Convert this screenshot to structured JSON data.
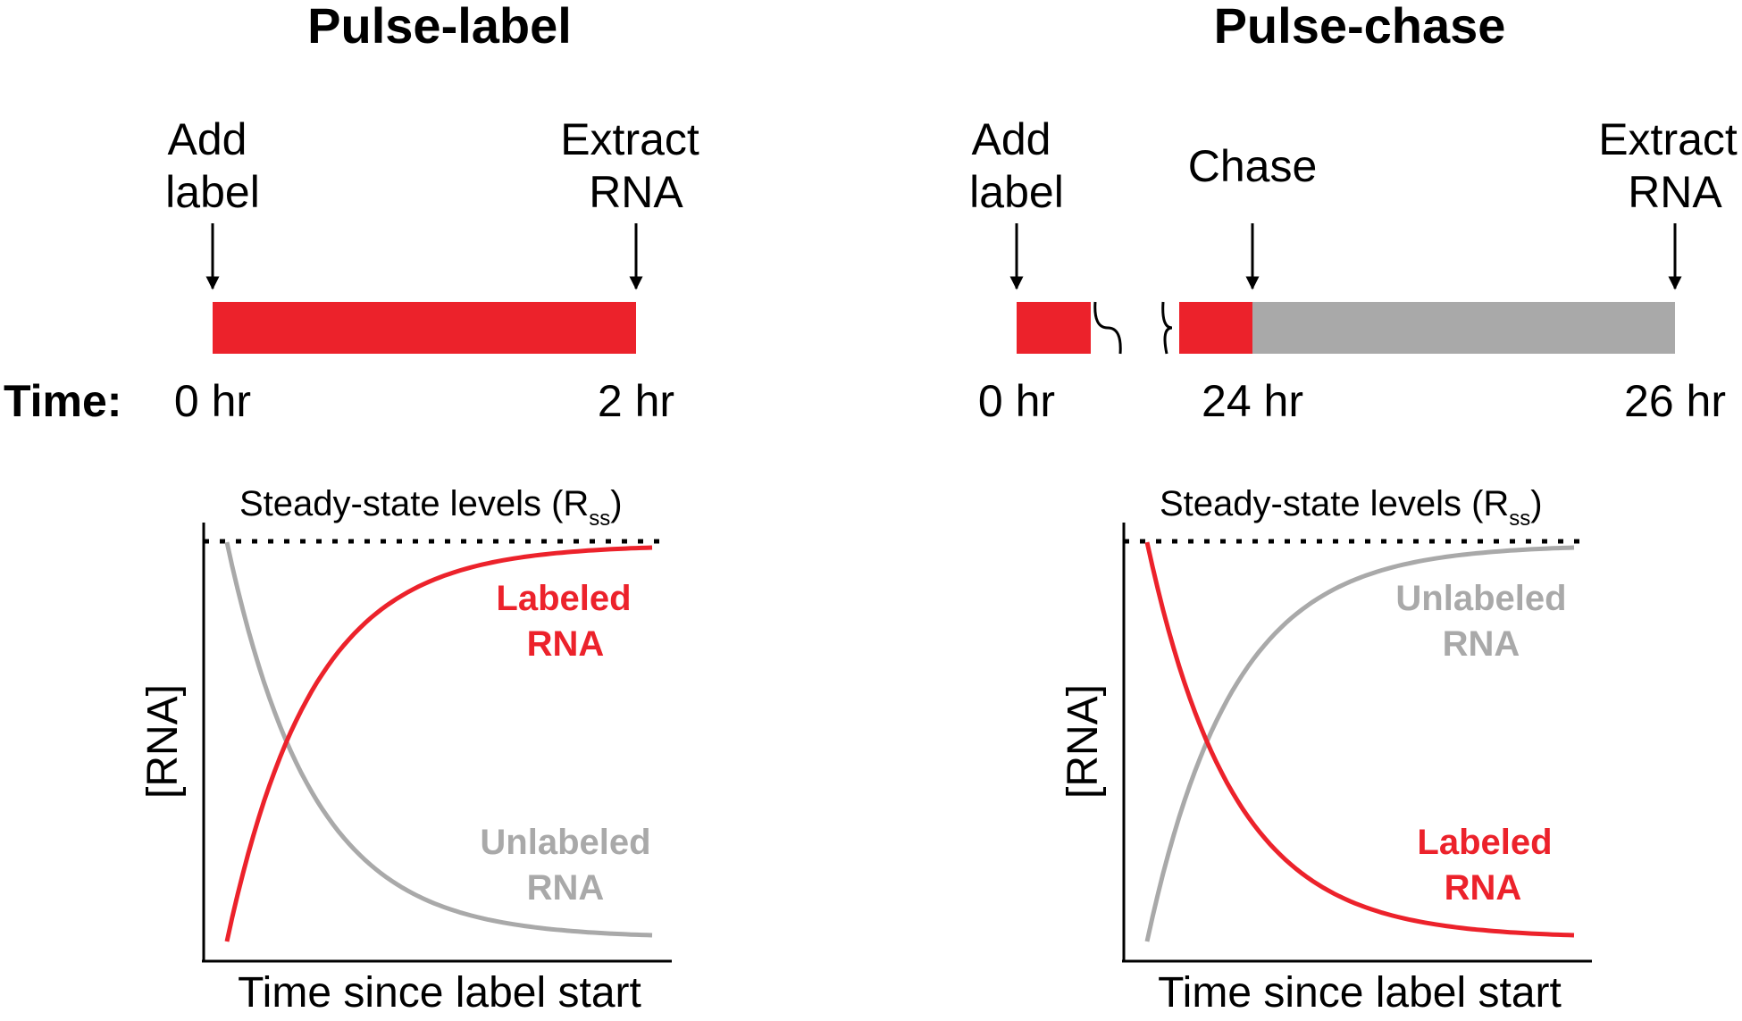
{
  "colors": {
    "labeled": "#ec222b",
    "unlabeled": "#a9a9a9",
    "ink": "#000000"
  },
  "left": {
    "title": "Pulse-label",
    "add_label": [
      "Add",
      "label"
    ],
    "extract": [
      "Extract",
      "RNA"
    ],
    "time_prefix": "Time:",
    "t_start": "0 hr",
    "t_end": "2 hr",
    "steady_state": "Steady-state levels (R",
    "steady_state_sub": "ss",
    "steady_state_close": ")",
    "curve_a": [
      "Labeled",
      "RNA"
    ],
    "curve_b": [
      "Unlabeled",
      "RNA"
    ],
    "ylabel": "[RNA]",
    "xlabel": "Time since label start"
  },
  "right": {
    "title": "Pulse-chase",
    "add_label": [
      "Add",
      "label"
    ],
    "chase": "Chase",
    "extract": [
      "Extract",
      "RNA"
    ],
    "t_start": "0 hr",
    "t_mid": "24 hr",
    "t_end": "26 hr",
    "steady_state": "Steady-state levels (R",
    "steady_state_sub": "ss",
    "steady_state_close": ")",
    "curve_a": [
      "Unlabeled",
      "RNA"
    ],
    "curve_b": [
      "Labeled",
      "RNA"
    ],
    "ylabel": "[RNA]",
    "xlabel": "Time since label start"
  }
}
